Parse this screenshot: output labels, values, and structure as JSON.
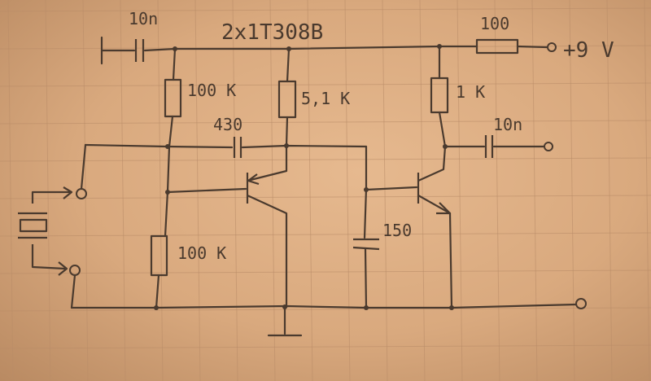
{
  "labels": {
    "title": "2x1T308B",
    "c_input": "10n",
    "r_bias_top": "100 K",
    "r_collector1": "5,1 K",
    "c_feedback": "430",
    "r_bias_bottom": "100 K",
    "c_load": "150",
    "r_collector2": "1 K",
    "c_output": "10n",
    "r_supply": "100",
    "supply": "+9 V"
  },
  "colors": {
    "paper": "#d9a77c",
    "ink": "#4a3a2e",
    "grid_line": "#b98c68"
  }
}
